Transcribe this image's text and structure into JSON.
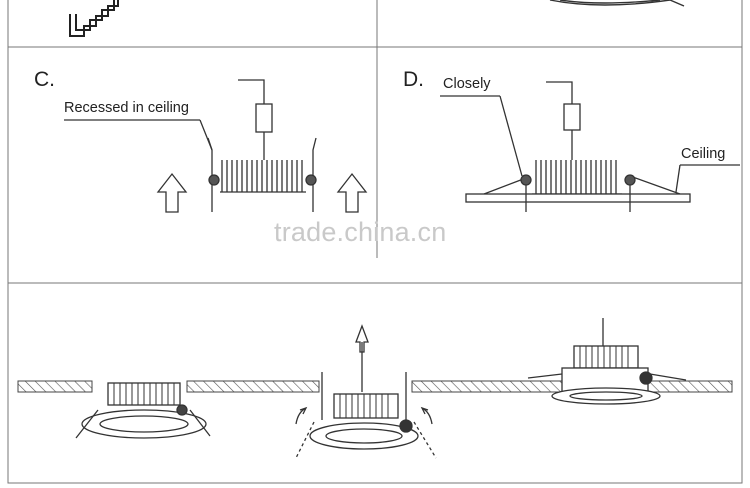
{
  "panels": {
    "c": {
      "step": "C.",
      "note": "Recessed in ceiling"
    },
    "d": {
      "step": "D.",
      "note_left": "Closely",
      "note_right": "Ceiling"
    }
  },
  "watermark": "trade.china.cn",
  "icons": {
    "up_arrow": "hollow-up-arrow-icon",
    "rotate_arrow": "curved-rotation-arrow-icon",
    "spring_clip": "spring-clip-icon"
  },
  "colors": {
    "line": "#333333",
    "border": "#777777",
    "hatch": "#555555"
  }
}
